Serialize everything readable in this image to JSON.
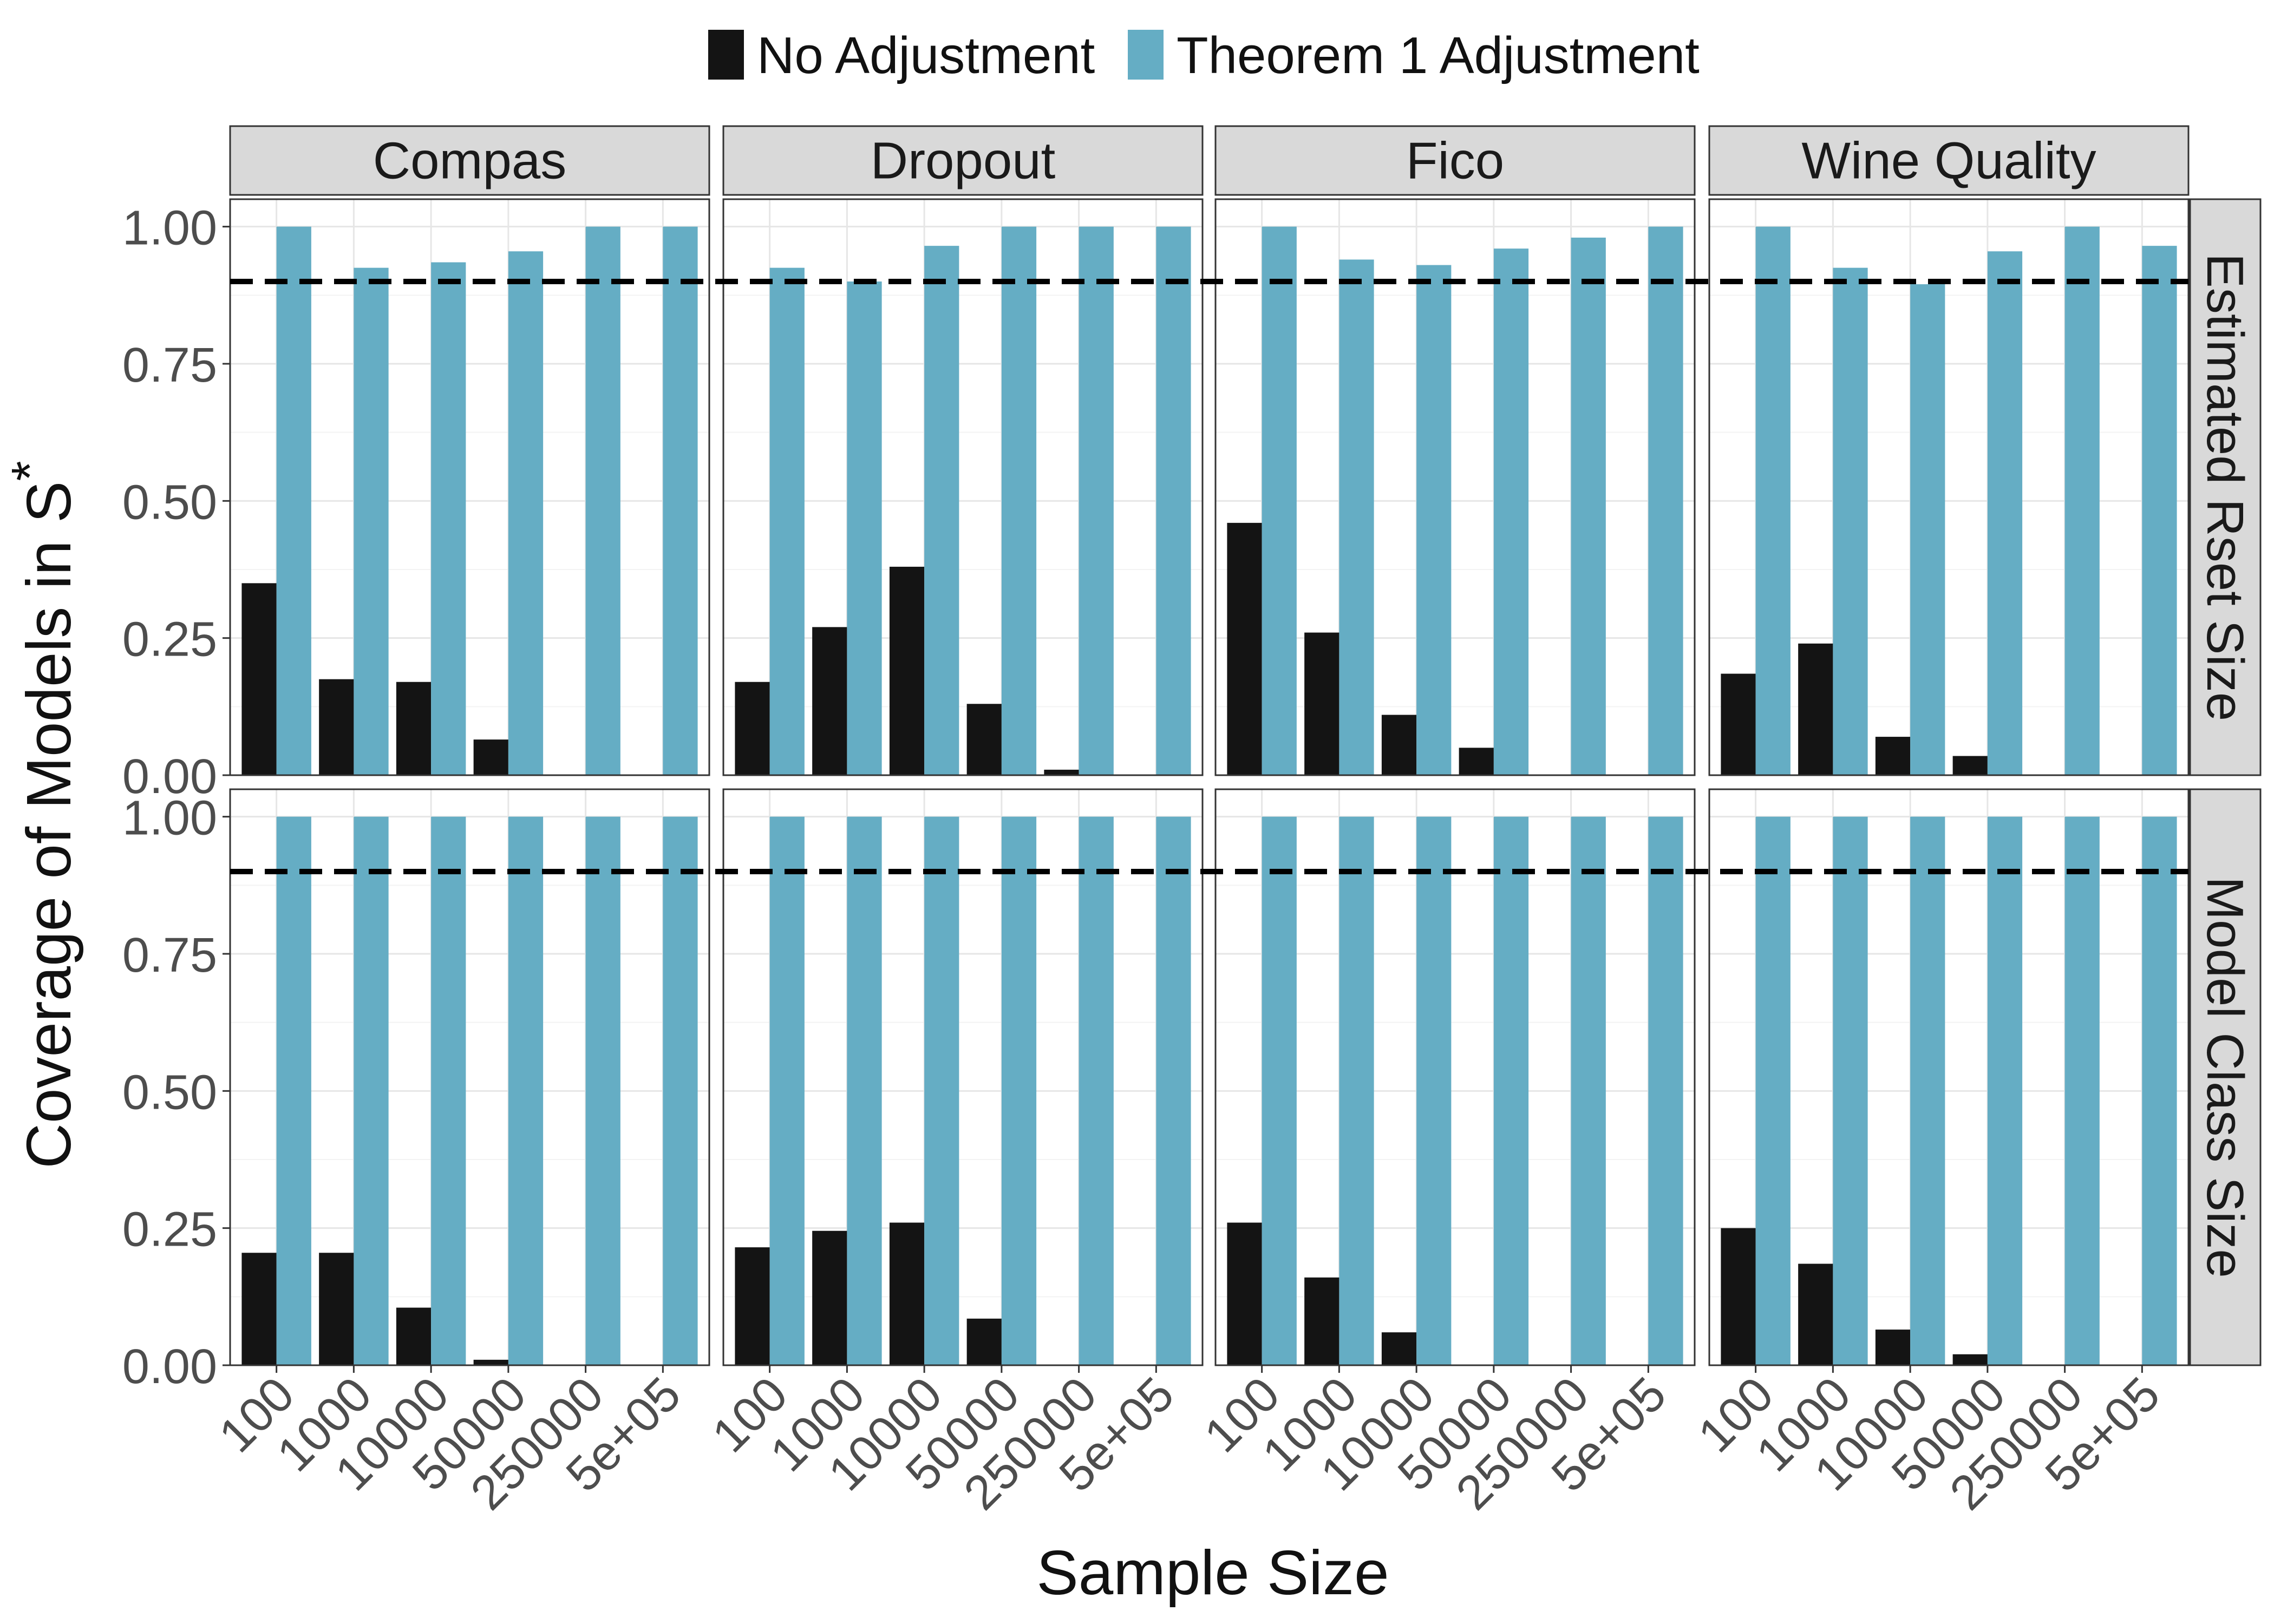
{
  "legend": {
    "items": [
      {
        "label": "No Adjustment",
        "color": "#141414"
      },
      {
        "label": "Theorem 1 Adjustment",
        "color": "#65adc4"
      }
    ]
  },
  "chart_data": {
    "type": "bar",
    "xlabel": "Sample Size",
    "ylabel": "Coverage of Models in S",
    "ylabel_superscript": "*",
    "ylim": [
      0,
      1.05
    ],
    "yticks": [
      "0.00",
      "0.25",
      "0.50",
      "0.75",
      "1.00"
    ],
    "reference_line": 0.9,
    "categories": [
      "100",
      "1000",
      "10000",
      "50000",
      "250000",
      "5e+05"
    ],
    "columns": [
      "Compas",
      "Dropout",
      "Fico",
      "Wine Quality"
    ],
    "rows": [
      "Estimated Rset Size",
      "Model Class Size"
    ],
    "panels": [
      {
        "row": "Estimated Rset Size",
        "column": "Compas",
        "series": [
          {
            "name": "No Adjustment",
            "values": [
              0.35,
              0.175,
              0.17,
              0.065,
              0,
              0
            ]
          },
          {
            "name": "Theorem 1 Adjustment",
            "values": [
              1.0,
              0.925,
              0.935,
              0.955,
              1.0,
              1.0
            ]
          }
        ]
      },
      {
        "row": "Estimated Rset Size",
        "column": "Dropout",
        "series": [
          {
            "name": "No Adjustment",
            "values": [
              0.17,
              0.27,
              0.38,
              0.13,
              0.01,
              0
            ]
          },
          {
            "name": "Theorem 1 Adjustment",
            "values": [
              0.925,
              0.9,
              0.965,
              1.0,
              1.0,
              1.0
            ]
          }
        ]
      },
      {
        "row": "Estimated Rset Size",
        "column": "Fico",
        "series": [
          {
            "name": "No Adjustment",
            "values": [
              0.46,
              0.26,
              0.11,
              0.05,
              0,
              0
            ]
          },
          {
            "name": "Theorem 1 Adjustment",
            "values": [
              1.0,
              0.94,
              0.93,
              0.96,
              0.98,
              1.0
            ]
          }
        ]
      },
      {
        "row": "Estimated Rset Size",
        "column": "Wine Quality",
        "series": [
          {
            "name": "No Adjustment",
            "values": [
              0.185,
              0.24,
              0.07,
              0.035,
              0,
              0
            ]
          },
          {
            "name": "Theorem 1 Adjustment",
            "values": [
              1.0,
              0.925,
              0.895,
              0.955,
              1.0,
              0.965
            ]
          }
        ]
      },
      {
        "row": "Model Class Size",
        "column": "Compas",
        "series": [
          {
            "name": "No Adjustment",
            "values": [
              0.205,
              0.205,
              0.105,
              0.01,
              0,
              0
            ]
          },
          {
            "name": "Theorem 1 Adjustment",
            "values": [
              1.0,
              1.0,
              1.0,
              1.0,
              1.0,
              1.0
            ]
          }
        ]
      },
      {
        "row": "Model Class Size",
        "column": "Dropout",
        "series": [
          {
            "name": "No Adjustment",
            "values": [
              0.215,
              0.245,
              0.26,
              0.085,
              0,
              0
            ]
          },
          {
            "name": "Theorem 1 Adjustment",
            "values": [
              1.0,
              1.0,
              1.0,
              1.0,
              1.0,
              1.0
            ]
          }
        ]
      },
      {
        "row": "Model Class Size",
        "column": "Fico",
        "series": [
          {
            "name": "No Adjustment",
            "values": [
              0.26,
              0.16,
              0.06,
              0,
              0,
              0
            ]
          },
          {
            "name": "Theorem 1 Adjustment",
            "values": [
              1.0,
              1.0,
              1.0,
              1.0,
              1.0,
              1.0
            ]
          }
        ]
      },
      {
        "row": "Model Class Size",
        "column": "Wine Quality",
        "series": [
          {
            "name": "No Adjustment",
            "values": [
              0.25,
              0.185,
              0.065,
              0.02,
              0,
              0
            ]
          },
          {
            "name": "Theorem 1 Adjustment",
            "values": [
              1.0,
              1.0,
              1.0,
              1.0,
              1.0,
              1.0
            ]
          }
        ]
      }
    ],
    "grid": true,
    "legend_position": "top"
  }
}
